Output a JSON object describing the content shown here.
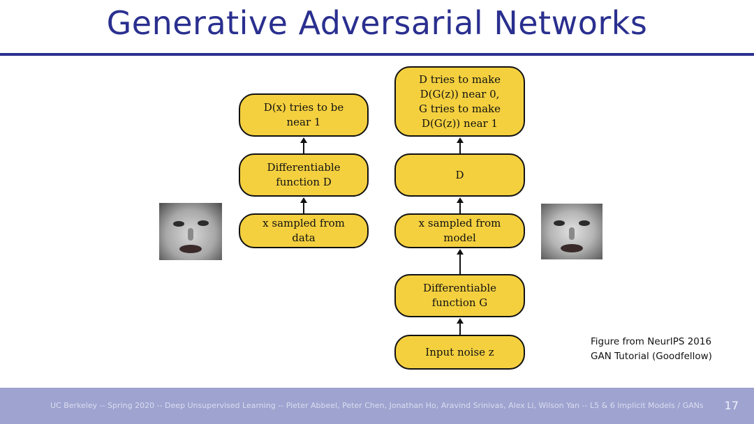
{
  "slide": {
    "title": "Generative Adversarial Networks",
    "page_number": "17",
    "footer": "UC Berkeley -- Spring 2020 -- Deep Unsupervised Learning -- Pieter Abbeel, Peter Chen, Jonathan Ho, Aravind Srinivas, Alex Li, Wilson Yan -- L5 & 6 Implicit Models / GANs"
  },
  "diagram": {
    "left_column": {
      "top": "D(x) tries to be\nnear 1",
      "middle": "Differentiable\nfunction D",
      "bottom": "x sampled from\ndata"
    },
    "right_column": {
      "top": "D tries to make\nD(G(z)) near 0,\nG tries to make\nD(G(z)) near 1",
      "d": "D",
      "sample": "x sampled from\nmodel",
      "generator": "Differentiable\nfunction G",
      "noise": "Input noise z"
    }
  },
  "caption": {
    "line1": "Figure from NeurIPS 2016",
    "line2": "GAN Tutorial (Goodfellow)"
  }
}
